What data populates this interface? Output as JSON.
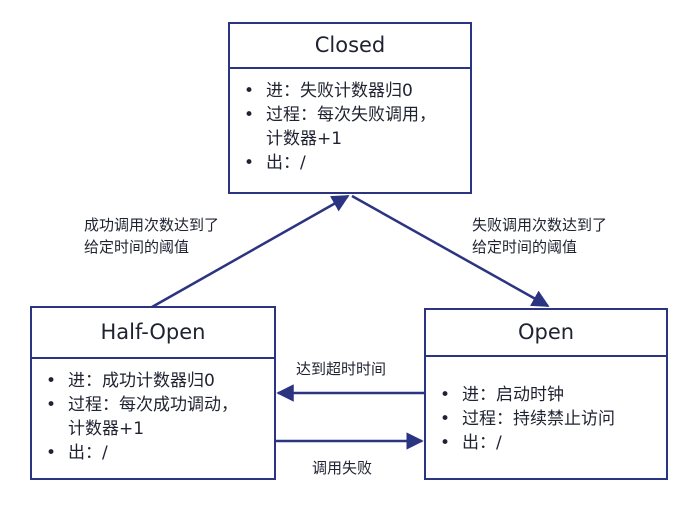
{
  "states": {
    "closed": {
      "title": "Closed",
      "items": [
        {
          "bullet": "•",
          "text": "进：失败计数器归0"
        },
        {
          "bullet": "•",
          "text": "过程：每次失败调用，",
          "cont": "计数器+1"
        },
        {
          "bullet": "•",
          "text": "出：/"
        }
      ]
    },
    "halfopen": {
      "title": "Half-Open",
      "items": [
        {
          "bullet": "•",
          "text": "进：成功计数器归0"
        },
        {
          "bullet": "•",
          "text": "过程：每次成功调动，",
          "cont": "计数器+1"
        },
        {
          "bullet": "•",
          "text": "出：/"
        }
      ]
    },
    "open": {
      "title": "Open",
      "items": [
        {
          "bullet": "•",
          "text": "进：启动时钟"
        },
        {
          "bullet": "•",
          "text": "过程：持续禁止访问"
        },
        {
          "bullet": "•",
          "text": "出：/"
        }
      ]
    }
  },
  "transitions": {
    "halfopen_to_closed": {
      "line1": "成功调用次数达到了",
      "line2": "给定时间的阈值"
    },
    "closed_to_open": {
      "line1": "失败调用次数达到了",
      "line2": "给定时间的阈值"
    },
    "open_to_halfopen": "达到超时时间",
    "halfopen_to_open": "调用失败"
  },
  "colors": {
    "border": "#2b3480",
    "text": "#1f2230"
  }
}
